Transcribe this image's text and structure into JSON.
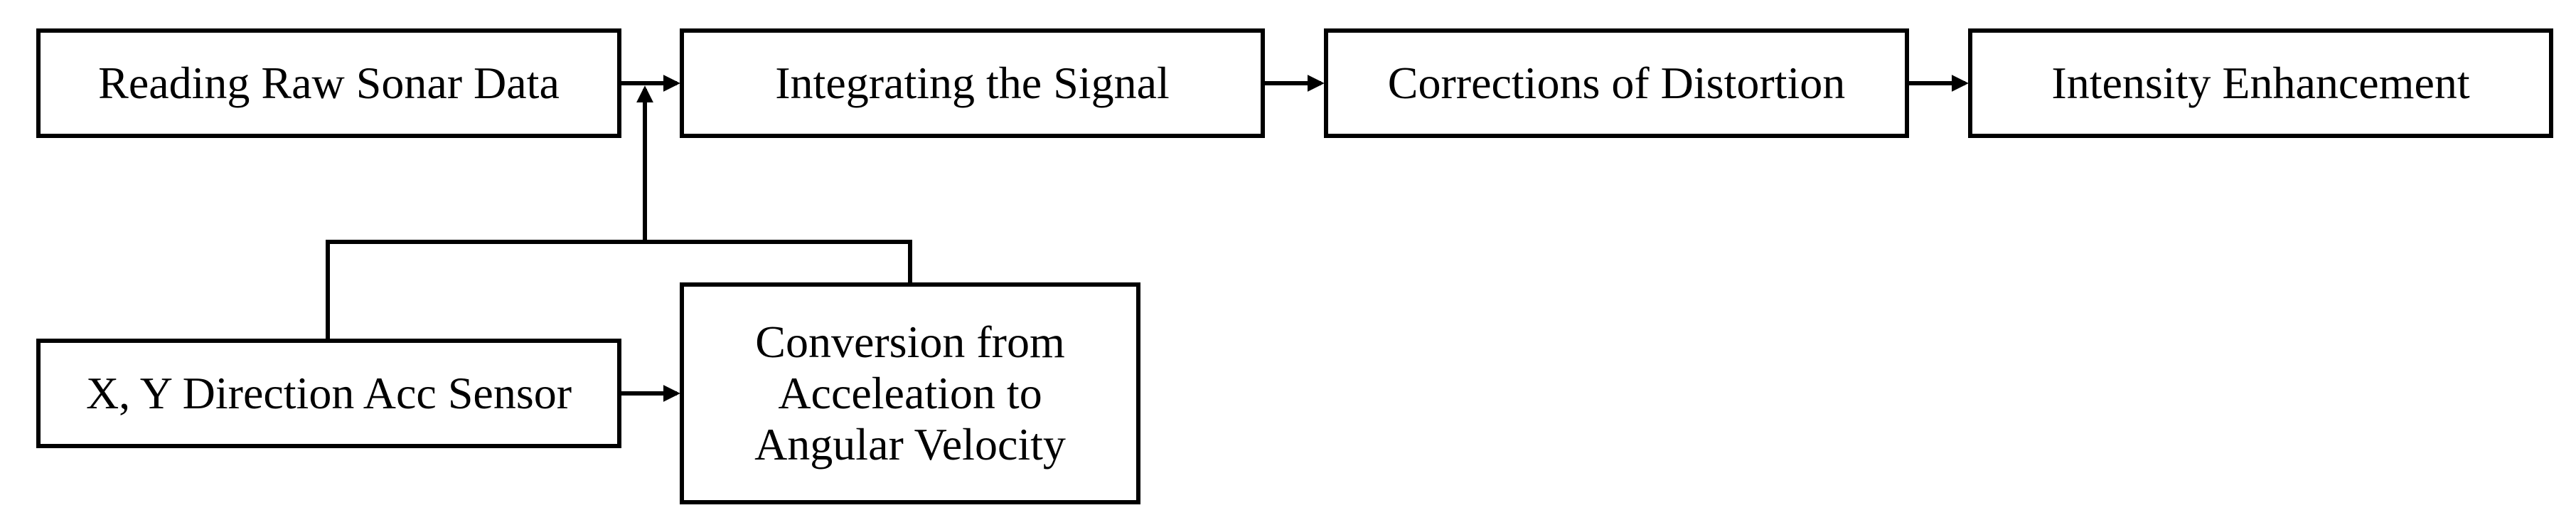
{
  "nodes": {
    "raw_sonar": {
      "label": "Reading Raw Sonar Data"
    },
    "integrating": {
      "label": "Integrating the Signal"
    },
    "corrections": {
      "label": "Corrections of Distortion"
    },
    "enhancement": {
      "label": "Intensity Enhancement"
    },
    "acc_sensor": {
      "label": "X, Y Direction Acc Sensor"
    },
    "conversion": {
      "lines": [
        "Conversion from",
        "Acceleation to",
        "Angular Velocity"
      ]
    }
  },
  "colors": {
    "stroke": "#000000",
    "background": "#ffffff"
  }
}
